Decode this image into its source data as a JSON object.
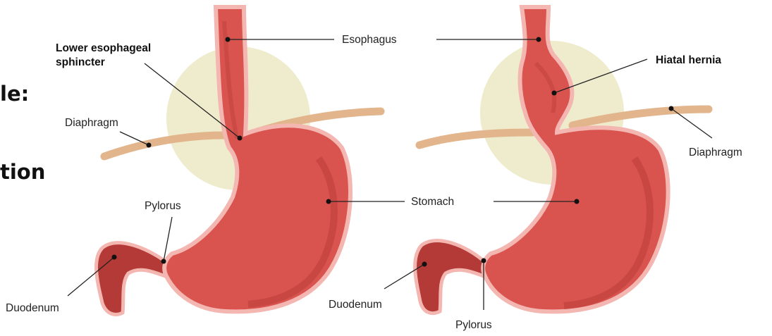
{
  "cut_text": {
    "line1": "le:",
    "line2": "tion"
  },
  "labels": {
    "esophagus": "Esophagus",
    "lower_esophageal_sphincter_line1": "Lower esophageal",
    "lower_esophageal_sphincter_line2": "sphincter",
    "hiatal_hernia": "Hiatal hernia",
    "diaphragm_left": "Diaphragm",
    "diaphragm_right": "Diaphragm",
    "stomach": "Stomach",
    "pylorus_left": "Pylorus",
    "pylorus_right": "Pylorus",
    "duodenum_left": "Duodenum",
    "duodenum_right": "Duodenum"
  },
  "colors": {
    "organ_fill": "#d9534f",
    "organ_dark": "#b33a36",
    "organ_outline": "#f4b6b0",
    "diaphragm": "#e2b58c",
    "hiatus_glow": "#eeeccd"
  }
}
